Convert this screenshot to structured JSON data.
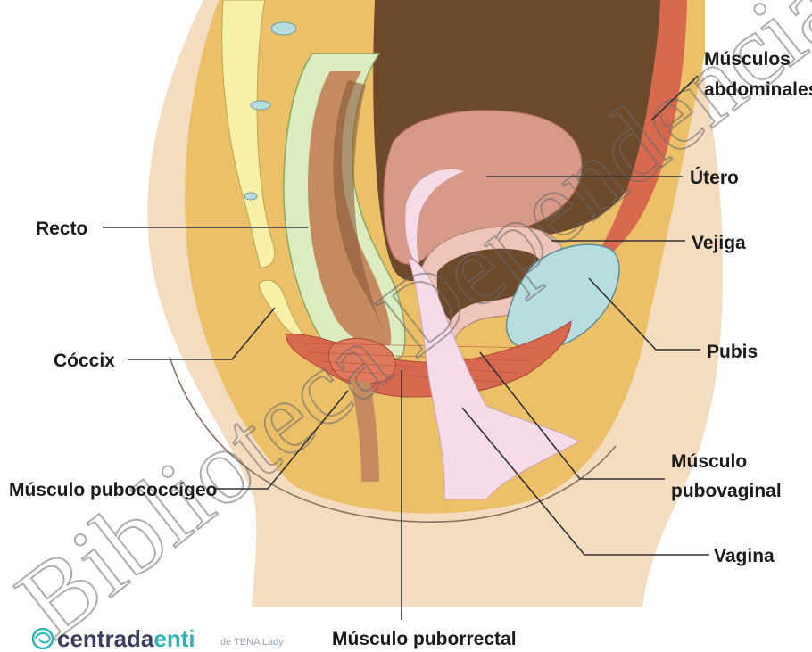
{
  "labels": {
    "musculos_abdominales_l1": "Músculos",
    "musculos_abdominales_l2": "abdominales",
    "utero": "Útero",
    "vejiga": "Vejiga",
    "recto": "Recto",
    "pubis": "Pubis",
    "coccix": "Cóccix",
    "musculo_pubovaginal_l1": "Músculo",
    "musculo_pubovaginal_l2": "pubovaginal",
    "musculo_pubococcigeo": "Músculo pubococcígeo",
    "vagina": "Vagina",
    "musculo_puborrectal": "Músculo puborrectal"
  },
  "logo": {
    "brand_dark": "centrada",
    "brand_accent": "enti",
    "tagline": "de TENA Lady",
    "icon": "swirl-icon"
  },
  "watermark": {
    "text": "Biblioteca Dependencia General de Biblio"
  },
  "colors": {
    "skin": "#f4dcc0",
    "fat": "#ecc068",
    "muscle": "#d9694e",
    "cavity": "#6e4a2c",
    "uterus": "#d79a8a",
    "bladder_wall": "#eec5b8",
    "pubis": "#b7dde0",
    "vagina": "#f6dce8",
    "rectum_wall": "#dcebc0",
    "sacrum": "#f6f0a8",
    "brand_teal": "#2fb3b7",
    "brand_dark": "#3c3c5c"
  }
}
